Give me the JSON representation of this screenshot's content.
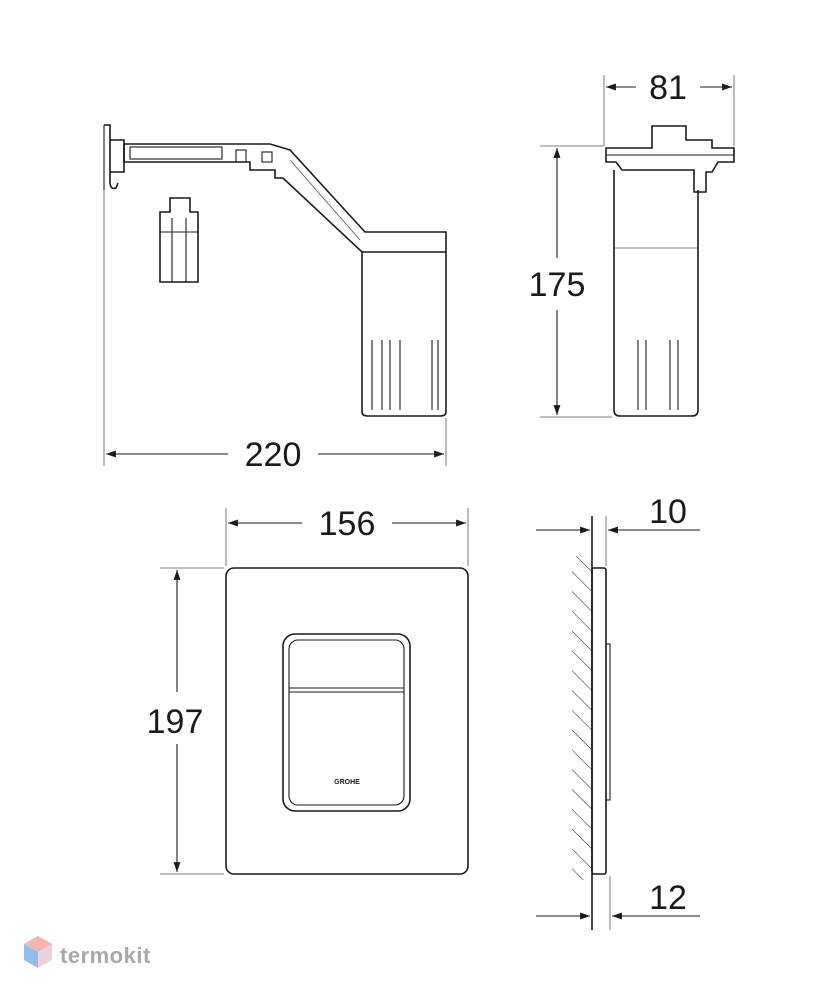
{
  "dimensions": {
    "bracket_width": "220",
    "box_depth": "81",
    "box_height": "175",
    "plate_width": "156",
    "plate_height": "197",
    "plate_thickness_top": "10",
    "plate_thickness_bottom": "12"
  },
  "plate_logo": "GROHE",
  "watermark": "termokit",
  "colors": {
    "line": "#1a1a1a",
    "watermark_text": "#9a9a9a",
    "watermark_cube_top": "#f4a6a6",
    "watermark_cube_left": "#7fb0e6",
    "watermark_cube_right": "#e8c8d8"
  },
  "icons": [
    "cube-logo-icon"
  ]
}
